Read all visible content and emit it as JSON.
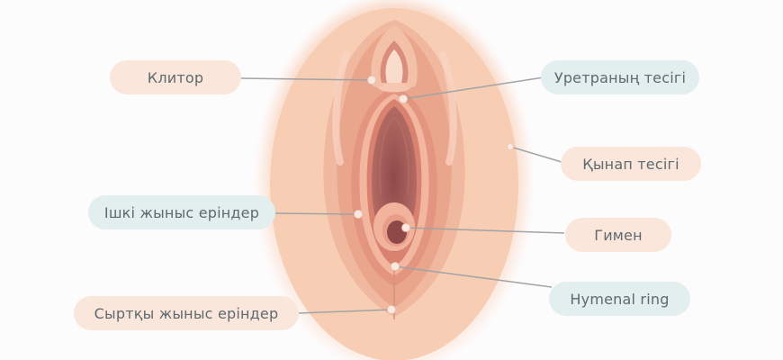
{
  "diagram": {
    "type": "anatomical-labeled-illustration",
    "colors": {
      "background": "#fdfcfd",
      "label_peach": "#fbe6dc",
      "label_mint": "#e3eeee",
      "label_text": "#5d6a70",
      "leader_line": "#a0a4a6",
      "skin_outer": "#f6cdb5",
      "tissue_mid": "#e9a790",
      "tissue_dark": "#c67a6c",
      "cavity": "#a25a57"
    },
    "labels": [
      {
        "id": "clitoris",
        "text": "Клитор",
        "style": "peach"
      },
      {
        "id": "urethral-opening",
        "text": "Уретраның тесігі",
        "style": "mint"
      },
      {
        "id": "vaginal-opening",
        "text": "Қынап тесігі",
        "style": "peach"
      },
      {
        "id": "labia-minora",
        "text": "Ішкі жыныс еріндер",
        "style": "mint"
      },
      {
        "id": "hymen",
        "text": "Гимен",
        "style": "peach"
      },
      {
        "id": "hymenal-ring",
        "text": "Hymenal ring",
        "style": "mint"
      },
      {
        "id": "labia-majora",
        "text": "Сыртқы жыныс еріндер",
        "style": "peach"
      }
    ]
  }
}
